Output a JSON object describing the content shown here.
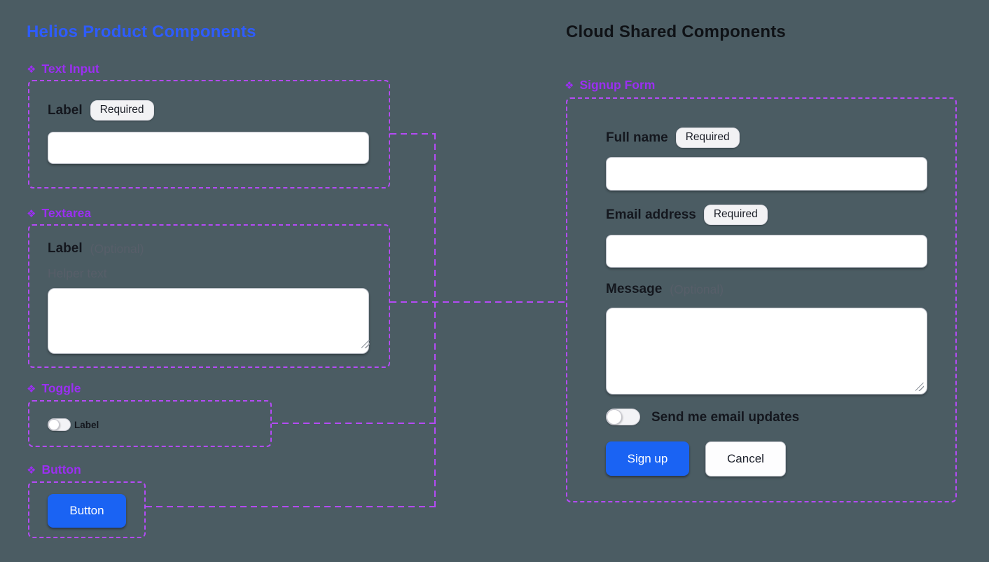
{
  "icons": {
    "component": "❖"
  },
  "colors": {
    "background": "#4b5c63",
    "component_purple": "#9b2ff2",
    "connector_purple": "#b44bf5",
    "helios_title_blue": "#2e5cff",
    "primary_button_blue": "#1a63f3",
    "text_dark": "#14171e",
    "text_muted": "#575e69"
  },
  "helios": {
    "title": "Helios Product Components",
    "text_input": {
      "header": "Text Input",
      "label": "Label",
      "badge": "Required"
    },
    "textarea": {
      "header": "Textarea",
      "label": "Label",
      "optional": "(Optional)",
      "helper": "Helper text"
    },
    "toggle": {
      "header": "Toggle",
      "label": "Label"
    },
    "button": {
      "header": "Button",
      "label": "Button"
    }
  },
  "cloud": {
    "title": "Cloud Shared Components",
    "signup_form": {
      "header": "Signup Form",
      "full_name": {
        "label": "Full name",
        "badge": "Required"
      },
      "email": {
        "label": "Email address",
        "badge": "Required"
      },
      "message": {
        "label": "Message",
        "optional": "(Optional)"
      },
      "updates_label": "Send me email updates",
      "submit_label": "Sign up",
      "cancel_label": "Cancel"
    }
  }
}
